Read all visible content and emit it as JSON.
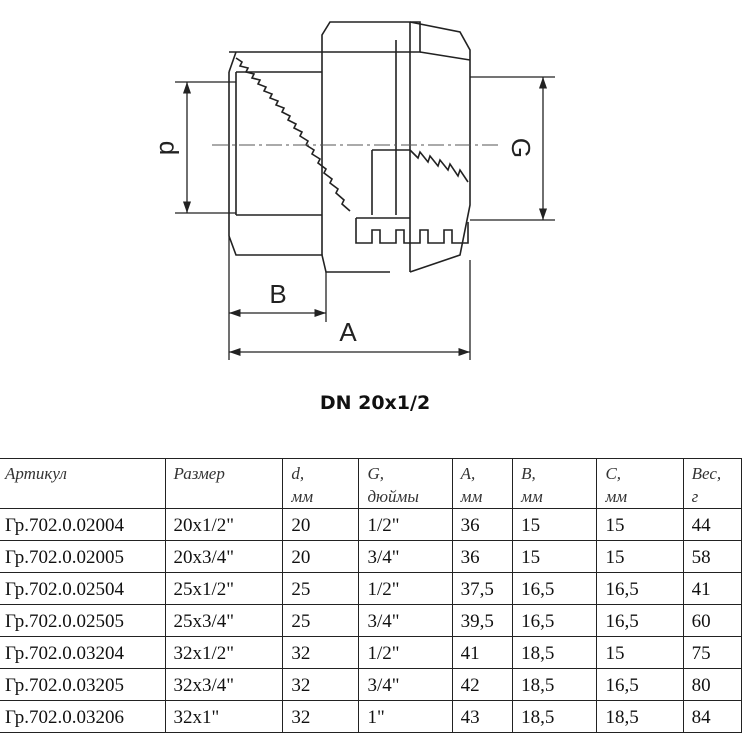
{
  "drawing": {
    "labels": {
      "d": "d",
      "G": "G",
      "A": "A",
      "B": "B"
    }
  },
  "title": "DN 20x1/2",
  "table": {
    "headers": [
      [
        "Артикул",
        ""
      ],
      [
        "Размер",
        ""
      ],
      [
        "d,",
        "мм"
      ],
      [
        "G,",
        "дюймы"
      ],
      [
        "A,",
        "мм"
      ],
      [
        "B,",
        "мм"
      ],
      [
        "C,",
        "мм"
      ],
      [
        "Вес,",
        "г"
      ]
    ],
    "rows": [
      [
        "Гр.702.0.02004",
        "20x1/2\"",
        "20",
        "1/2\"",
        "36",
        "15",
        "15",
        "44"
      ],
      [
        "Гр.702.0.02005",
        "20x3/4\"",
        "20",
        "3/4\"",
        "36",
        "15",
        "15",
        "58"
      ],
      [
        "Гр.702.0.02504",
        "25x1/2\"",
        "25",
        "1/2\"",
        "37,5",
        "16,5",
        "16,5",
        "41"
      ],
      [
        "Гр.702.0.02505",
        "25x3/4\"",
        "25",
        "3/4\"",
        "39,5",
        "16,5",
        "16,5",
        "60"
      ],
      [
        "Гр.702.0.03204",
        "32x1/2\"",
        "32",
        "1/2\"",
        "41",
        "18,5",
        "15",
        "75"
      ],
      [
        "Гр.702.0.03205",
        "32x3/4\"",
        "32",
        "3/4\"",
        "42",
        "18,5",
        "16,5",
        "80"
      ],
      [
        "Гр.702.0.03206",
        "32x1\"",
        "32",
        "1\"",
        "43",
        "18,5",
        "18,5",
        "84"
      ]
    ]
  }
}
